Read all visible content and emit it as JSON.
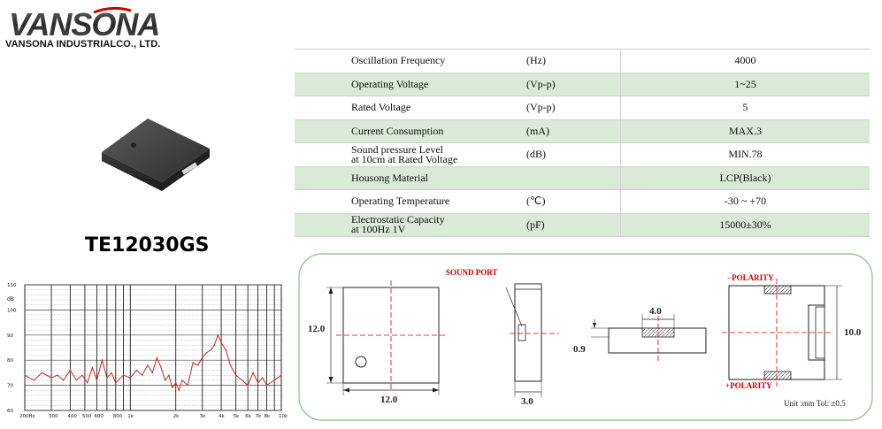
{
  "logo": {
    "text": "VANSONA"
  },
  "company": "VANSONA INDUSTRIALCO., LTD.",
  "model": "TE12030GS",
  "specs": [
    {
      "name": "Oscillation Frequency",
      "unit": "(Hz)",
      "value": "4000"
    },
    {
      "name": "Operating Voltage",
      "unit": "(Vp-p)",
      "value": "1~25"
    },
    {
      "name": "Rated Voltage",
      "unit": "(Vp-p)",
      "value": "5"
    },
    {
      "name": "Current Consumption",
      "unit": "(mA)",
      "value": "MAX.3"
    },
    {
      "name": "Sound pressure Level\nat 10cm at Rated Voltage",
      "unit": "(dB)",
      "value": "MIN.78"
    },
    {
      "name": "Housong Material",
      "unit": "",
      "value": "LCP(Black)"
    },
    {
      "name": "Operating Temperature",
      "unit": "(℃)",
      "value": "-30 ~ +70"
    },
    {
      "name": "Electrostatic Capacity\nat 100Hz 1V",
      "unit": "(pF)",
      "value": "15000±30%"
    }
  ],
  "drawing": {
    "sound_port_label": "SOUND PORT",
    "neg_polarity_label": "−POLARITY",
    "pos_polarity_label": "+POLARITY",
    "dim_height": "12.0",
    "dim_width": "12.0",
    "dim_depth": "3.0",
    "dim_port_width": "4.0",
    "dim_port_height": "0.9",
    "dim_right_height": "10.0",
    "tolerance_note": "Unit :mm  Tol: ±0.5"
  },
  "chart_data": {
    "type": "line",
    "title": "",
    "xlabel": "",
    "ylabel": "dB",
    "x_scale": "log",
    "xlim": [
      200,
      10000
    ],
    "ylim": [
      60,
      110
    ],
    "x_ticks": [
      "200Hz",
      "300",
      "400",
      "500",
      "600",
      "800",
      "1k",
      "2k",
      "3k",
      "4k",
      "5k",
      "6k",
      "7k",
      "8k",
      "10k"
    ],
    "y_ticks": [
      "110",
      "100",
      "90",
      "80",
      "70",
      "60"
    ],
    "grid": true,
    "series": [
      {
        "color": "#c62828",
        "x": [
          200,
          230,
          260,
          300,
          330,
          360,
          400,
          440,
          480,
          520,
          560,
          600,
          650,
          700,
          750,
          800,
          900,
          1000,
          1100,
          1200,
          1300,
          1400,
          1500,
          1600,
          1700,
          1800,
          1900,
          2000,
          2100,
          2200,
          2400,
          2600,
          2800,
          3000,
          3200,
          3400,
          3600,
          3800,
          4000,
          4300,
          4600,
          5000,
          5500,
          6000,
          6500,
          7000,
          7500,
          8000,
          9000,
          10000
        ],
        "y": [
          74,
          72,
          75,
          73,
          74,
          72,
          76,
          72,
          74,
          71,
          77,
          72,
          80,
          73,
          75,
          71,
          74,
          73,
          76,
          74,
          78,
          75,
          81,
          77,
          72,
          74,
          69,
          71,
          68,
          72,
          70,
          79,
          78,
          81,
          83,
          84,
          86,
          90,
          87,
          84,
          78,
          74,
          72,
          70,
          75,
          71,
          73,
          70,
          72,
          74
        ]
      }
    ]
  }
}
